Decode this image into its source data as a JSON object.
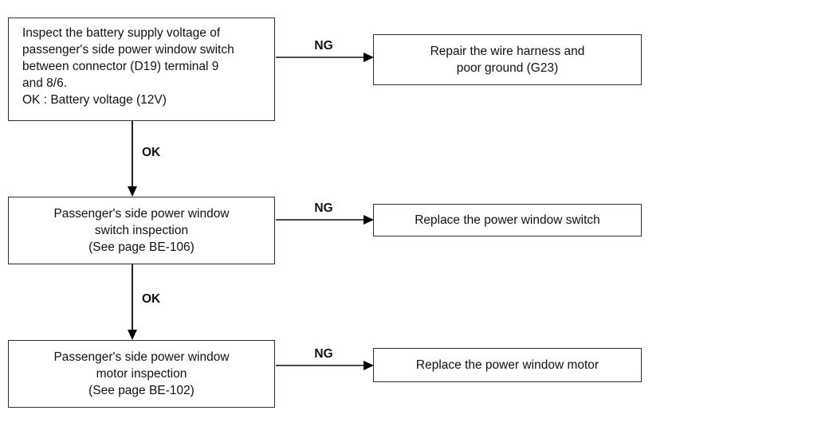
{
  "flowchart": {
    "kind": "diagnostic-flowchart",
    "steps": [
      {
        "id": "step-1",
        "text": "Inspect the battery supply voltage of\npassenger's side power window switch\nbetween connector (D19) terminal 9\nand 8/6.\nOK : Battery voltage (12V)"
      },
      {
        "id": "step-2",
        "text": "Passenger's side power window\nswitch inspection\n(See page BE-106)"
      },
      {
        "id": "step-3",
        "text": "Passenger's side power window\nmotor inspection\n(See page BE-102)"
      }
    ],
    "results": [
      {
        "id": "result-1",
        "text": "Repair the wire harness and\npoor ground (G23)"
      },
      {
        "id": "result-2",
        "text": "Replace the power window switch"
      },
      {
        "id": "result-3",
        "text": "Replace the power window motor"
      }
    ],
    "edges": [
      {
        "from": "step-1",
        "to": "result-1",
        "label": "NG"
      },
      {
        "from": "step-1",
        "to": "step-2",
        "label": "OK"
      },
      {
        "from": "step-2",
        "to": "result-2",
        "label": "NG"
      },
      {
        "from": "step-2",
        "to": "step-3",
        "label": "OK"
      },
      {
        "from": "step-3",
        "to": "result-3",
        "label": "NG"
      }
    ],
    "colors": {
      "background": "#ffffff",
      "box_border": "#2f2f2f",
      "connector_line": "#4a4a4a",
      "arrowhead": "#000000",
      "text": "#111111"
    }
  }
}
